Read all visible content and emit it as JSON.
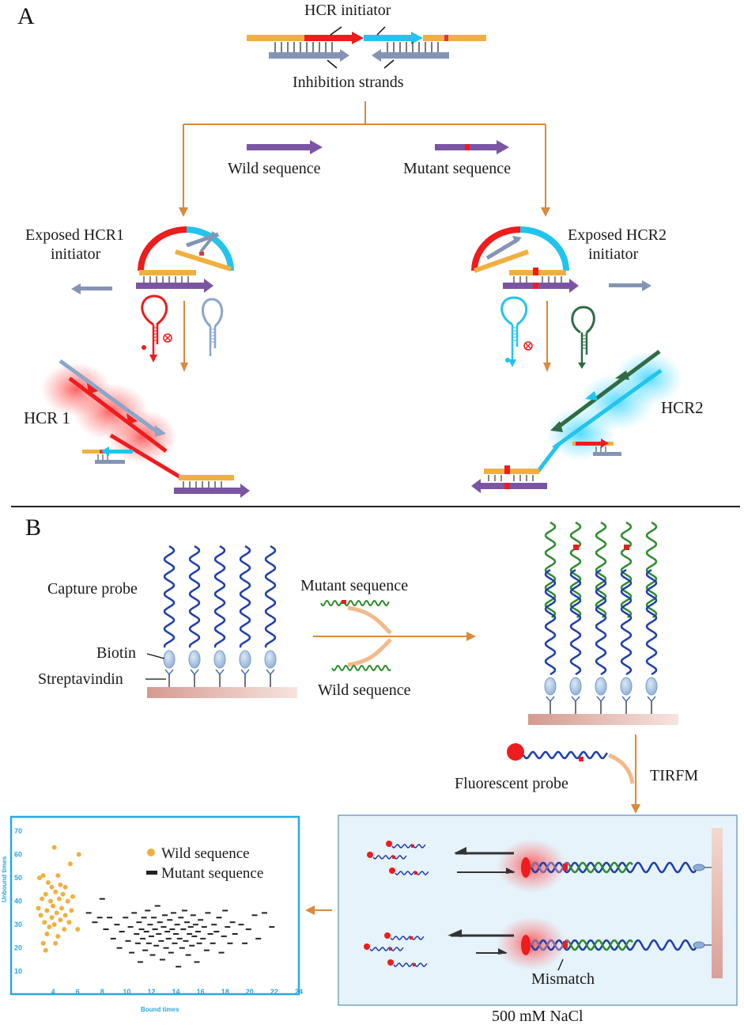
{
  "panels": {
    "a": "A",
    "b": "B"
  },
  "panel_a": {
    "hcr_initiator": "HCR initiator",
    "inhibition_strands": "Inhibition strands",
    "wild_sequence": "Wild sequence",
    "mutant_sequence": "Mutant sequence",
    "exposed_hcr1_line1": "Exposed HCR1",
    "exposed_hcr1_line2": "initiator",
    "exposed_hcr2_line1": "Exposed HCR2",
    "exposed_hcr2_line2": "initiator",
    "hcr1": "HCR 1",
    "hcr2": "HCR2"
  },
  "panel_b": {
    "capture_probe": "Capture probe",
    "biotin": "Biotin",
    "streptavidin": "Streptavindin",
    "mutant_sequence": "Mutant sequence",
    "wild_sequence": "Wild sequence",
    "fluorescent_probe": "Fluorescent probe",
    "tirfm": "TIRFM",
    "mismatch": "Mismatch",
    "salt": "500 mM NaCl"
  },
  "colors": {
    "orange": "#f0b040",
    "red": "#ee1c1c",
    "cyan": "#22c4ee",
    "slate": "#8494b4",
    "purple": "#7b55a3",
    "arrow": "#d98a3a",
    "blue_dna": "#1f3fa8",
    "green_dna": "#2e8b2e",
    "dark_green": "#2f6b45",
    "chart_border": "#29a8e0",
    "wild_dot": "#f0b040",
    "mutant_dash": "#222222"
  },
  "chart_data": {
    "type": "scatter",
    "xlabel": "Bound times",
    "ylabel": "Unbound times",
    "xlim": [
      2,
      24
    ],
    "ylim": [
      5,
      70
    ],
    "xticks": [
      4,
      6,
      8,
      10,
      12,
      14,
      16,
      18,
      20,
      22,
      24
    ],
    "yticks": [
      10,
      20,
      30,
      40,
      50,
      60,
      70
    ],
    "legend_position": "top-right",
    "series": [
      {
        "name": "Wild sequence",
        "marker": "circle",
        "points": [
          [
            4.1,
            63
          ],
          [
            6.1,
            60
          ],
          [
            5.4,
            56
          ],
          [
            3.2,
            51
          ],
          [
            4.4,
            51
          ],
          [
            2.9,
            50
          ],
          [
            3.6,
            48
          ],
          [
            4.6,
            47
          ],
          [
            3.9,
            46
          ],
          [
            5.0,
            46
          ],
          [
            4.2,
            44
          ],
          [
            3.4,
            43
          ],
          [
            4.8,
            43
          ],
          [
            5.6,
            42
          ],
          [
            3.1,
            41
          ],
          [
            4.5,
            41
          ],
          [
            3.8,
            40
          ],
          [
            5.2,
            40
          ],
          [
            4.0,
            38
          ],
          [
            2.8,
            37
          ],
          [
            4.7,
            37
          ],
          [
            3.5,
            36
          ],
          [
            5.5,
            36
          ],
          [
            4.3,
            35
          ],
          [
            3.0,
            34
          ],
          [
            5.0,
            34
          ],
          [
            3.9,
            33
          ],
          [
            4.6,
            32
          ],
          [
            3.3,
            31
          ],
          [
            5.3,
            31
          ],
          [
            4.1,
            30
          ],
          [
            3.7,
            29
          ],
          [
            4.9,
            28
          ],
          [
            6.0,
            28
          ],
          [
            3.5,
            26
          ],
          [
            4.4,
            25
          ],
          [
            3.2,
            22
          ],
          [
            4.2,
            22
          ],
          [
            3.4,
            19
          ]
        ]
      },
      {
        "name": "Mutant sequence",
        "marker": "dash",
        "points": [
          [
            8.0,
            41
          ],
          [
            6.9,
            35
          ],
          [
            7.4,
            31
          ],
          [
            7.8,
            33
          ],
          [
            8.3,
            28
          ],
          [
            8.6,
            33
          ],
          [
            8.9,
            24
          ],
          [
            9.2,
            30
          ],
          [
            9.4,
            20
          ],
          [
            9.6,
            27
          ],
          [
            9.9,
            33
          ],
          [
            10.1,
            23
          ],
          [
            10.3,
            29
          ],
          [
            10.4,
            18
          ],
          [
            10.6,
            35
          ],
          [
            10.8,
            26
          ],
          [
            10.9,
            22
          ],
          [
            11.0,
            31
          ],
          [
            11.1,
            14
          ],
          [
            11.2,
            28
          ],
          [
            11.3,
            24
          ],
          [
            11.4,
            33
          ],
          [
            11.5,
            19
          ],
          [
            11.6,
            27
          ],
          [
            11.7,
            36
          ],
          [
            11.8,
            22
          ],
          [
            11.9,
            30
          ],
          [
            12.0,
            25
          ],
          [
            12.1,
            17
          ],
          [
            12.2,
            33
          ],
          [
            12.3,
            28
          ],
          [
            12.4,
            21
          ],
          [
            12.5,
            38
          ],
          [
            12.6,
            26
          ],
          [
            12.7,
            31
          ],
          [
            12.8,
            23
          ],
          [
            12.9,
            15
          ],
          [
            13.0,
            29
          ],
          [
            13.1,
            34
          ],
          [
            13.2,
            20
          ],
          [
            13.3,
            27
          ],
          [
            13.4,
            24
          ],
          [
            13.5,
            32
          ],
          [
            13.6,
            18
          ],
          [
            13.7,
            28
          ],
          [
            13.8,
            35
          ],
          [
            13.9,
            22
          ],
          [
            14.0,
            26
          ],
          [
            14.1,
            30
          ],
          [
            14.2,
            12
          ],
          [
            14.3,
            24
          ],
          [
            14.4,
            33
          ],
          [
            14.5,
            20
          ],
          [
            14.6,
            28
          ],
          [
            14.7,
            36
          ],
          [
            14.8,
            23
          ],
          [
            14.9,
            31
          ],
          [
            15.0,
            17
          ],
          [
            15.1,
            26
          ],
          [
            15.2,
            29
          ],
          [
            15.3,
            21
          ],
          [
            15.4,
            34
          ],
          [
            15.5,
            25
          ],
          [
            15.6,
            30
          ],
          [
            15.7,
            14
          ],
          [
            15.8,
            27
          ],
          [
            15.9,
            22
          ],
          [
            16.0,
            32
          ],
          [
            16.2,
            24
          ],
          [
            16.3,
            29
          ],
          [
            16.5,
            19
          ],
          [
            16.6,
            35
          ],
          [
            16.8,
            26
          ],
          [
            17.0,
            22
          ],
          [
            17.1,
            30
          ],
          [
            17.3,
            27
          ],
          [
            17.5,
            33
          ],
          [
            17.7,
            18
          ],
          [
            17.9,
            25
          ],
          [
            18.0,
            36
          ],
          [
            18.2,
            29
          ],
          [
            18.4,
            22
          ],
          [
            18.6,
            31
          ],
          [
            18.8,
            26
          ],
          [
            19.3,
            30
          ],
          [
            19.6,
            22
          ],
          [
            19.9,
            28
          ],
          [
            20.4,
            34
          ],
          [
            20.7,
            24
          ],
          [
            21.2,
            35
          ],
          [
            21.8,
            29
          ]
        ]
      }
    ]
  }
}
